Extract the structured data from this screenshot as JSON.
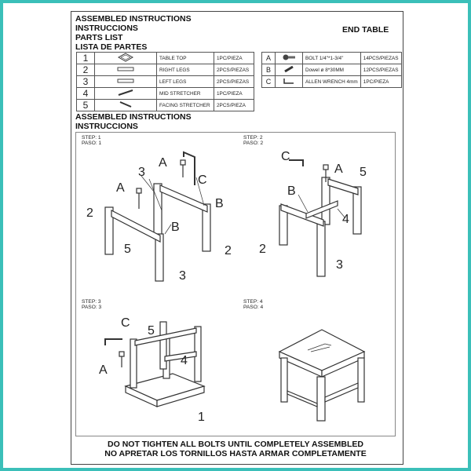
{
  "header": {
    "line1": "ASSEMBLED INSTRUCTIONS",
    "line2": "INSTRUCCIONS",
    "line3": "PARTS LIST",
    "line4": "LISTA DE PARTES",
    "product": "END TABLE"
  },
  "parts": [
    {
      "num": "1",
      "name": "TABLE TOP",
      "qty": "1PC/PIEZA",
      "icon": "table-top-icon"
    },
    {
      "num": "2",
      "name": "RIGHT LEGS",
      "qty": "2PCS/PIEZAS",
      "icon": "leg-icon"
    },
    {
      "num": "3",
      "name": "LEFT LEGS",
      "qty": "2PCS/PIEZAS",
      "icon": "leg-icon"
    },
    {
      "num": "4",
      "name": "MID STRETCHER",
      "qty": "1PC/PIEZA",
      "icon": "stretcher-icon"
    },
    {
      "num": "5",
      "name": "FACING STRETCHER",
      "qty": "2PCS/PIEZA",
      "icon": "facing-stretcher-icon"
    }
  ],
  "hardware": [
    {
      "letter": "A",
      "name": "BOLT 1/4\"*1-3/4\"",
      "qty": "14PCS/PIEZAS",
      "icon": "bolt-icon"
    },
    {
      "letter": "B",
      "name": "Dowel ø 8*30MM",
      "qty": "12PCS/PIEZAS",
      "icon": "dowel-icon"
    },
    {
      "letter": "C",
      "name": "ALLEN WRENCH 4mm",
      "qty": "1PC/PIEZA",
      "icon": "allen-wrench-icon"
    }
  ],
  "section": {
    "line1": "ASSEMBLED INSTRUCTIONS",
    "line2": "INSTRUCCIONS"
  },
  "steps": [
    {
      "step": "STEP: 1",
      "paso": "PASO: 1",
      "labels": {
        "a1": "A",
        "c": "C",
        "n3a": "3",
        "a2": "A",
        "b1": "B",
        "n2a": "2",
        "b2": "B",
        "n5": "5",
        "n2b": "2",
        "n3b": "3"
      }
    },
    {
      "step": "STEP: 2",
      "paso": "PASO: 2",
      "labels": {
        "c": "C",
        "a": "A",
        "n5": "5",
        "b": "B",
        "n4": "4",
        "n2": "2",
        "n3": "3"
      }
    },
    {
      "step": "STEP: 3",
      "paso": "PASO: 3",
      "labels": {
        "c": "C",
        "n5": "5",
        "n4": "4",
        "a": "A",
        "n1": "1"
      }
    },
    {
      "step": "STEP: 4",
      "paso": "PASO: 4"
    }
  ],
  "footer": {
    "line1": "DO NOT TIGHTEN ALL BOLTS UNTIL COMPLETELY ASSEMBLED",
    "line2": "NO APRETAR LOS TORNILLOS HASTA ARMAR COMPLETAMENTE"
  }
}
